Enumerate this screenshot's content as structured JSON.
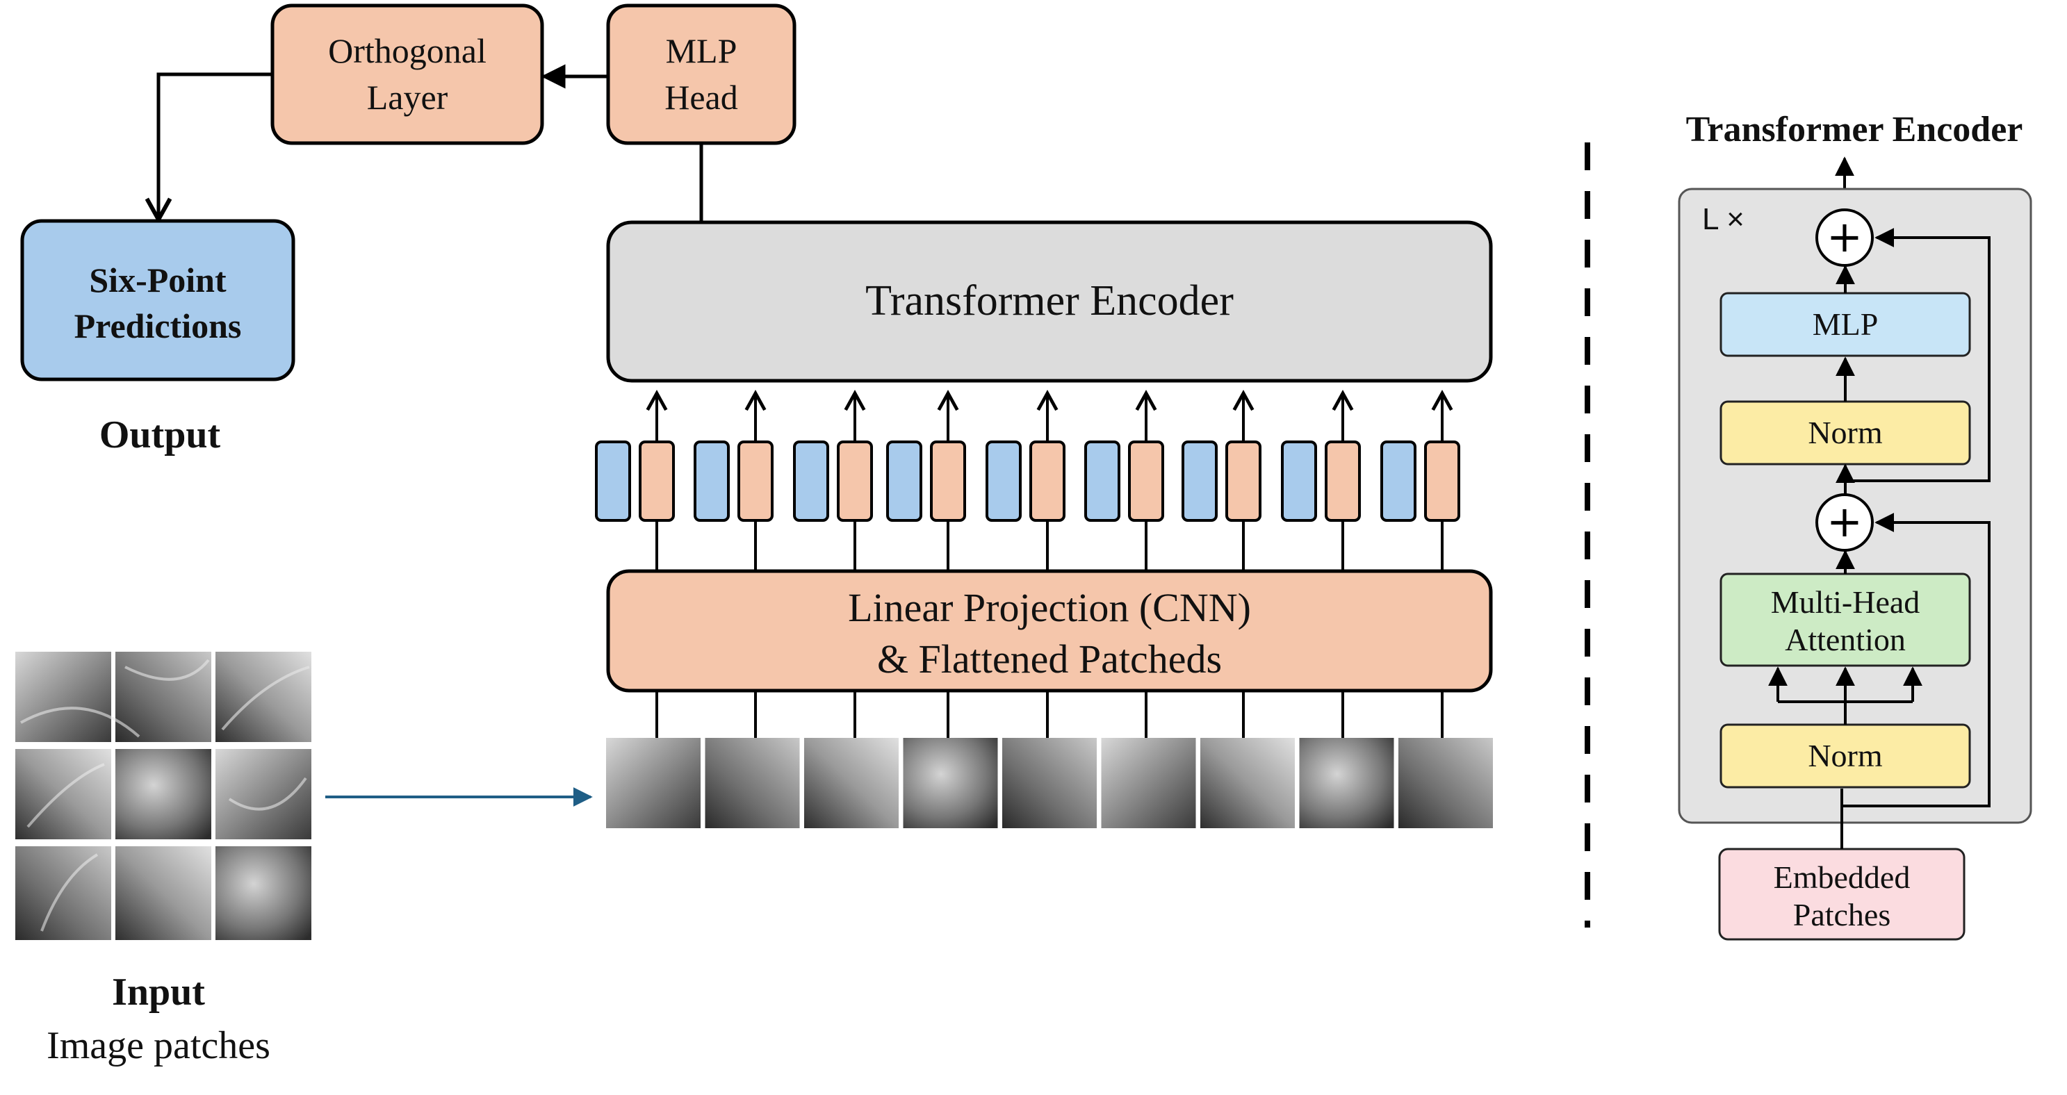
{
  "orthogonal_layer": [
    "Orthogonal",
    "Layer"
  ],
  "mlp_head": [
    "MLP",
    "Head"
  ],
  "output_box": [
    "Six-Point",
    "Predictions"
  ],
  "output_label": "Output",
  "transformer_encoder_label": "Transformer Encoder",
  "linear_projection": [
    "Linear Projection (CNN)",
    "& Flattened Patcheds"
  ],
  "input_label": "Input",
  "input_sub": "Image patches",
  "detail": {
    "title": "Transformer Encoder",
    "repeat": "L ×",
    "plus_symbol": "+",
    "mlp": "MLP",
    "norm_top": "Norm",
    "attention": [
      "Multi-Head",
      "Attention"
    ],
    "norm_bottom": "Norm",
    "embedded": [
      "Embedded",
      "Patches"
    ]
  },
  "colors": {
    "salmon": "#F5C6AB",
    "output_blue": "#A8CBEC",
    "encoder_gray": "#DCDCDC",
    "token_blue": "#A8CBEC",
    "mlp_blue": "#C8E5F7",
    "norm_yellow": "#FCECA5",
    "attention_green": "#CDEBC5",
    "embedded_pink": "#FBDCE0",
    "panel_gray": "#E3E3E3",
    "accent_red": "#C00000",
    "arrow_teal": "#1F5E86"
  }
}
